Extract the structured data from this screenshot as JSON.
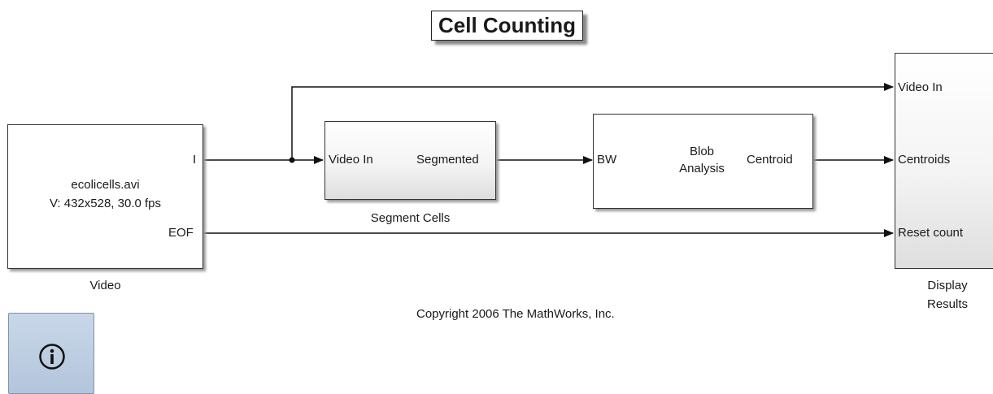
{
  "title": "Cell Counting",
  "video_block": {
    "file": "ecolicells.avi",
    "info": "V: 432x528, 30.0 fps",
    "port_out_i": "I",
    "port_out_eof": "EOF",
    "label": "Video"
  },
  "segment_block": {
    "port_in": "Video In",
    "port_out": "Segmented",
    "label": "Segment Cells"
  },
  "blob_block": {
    "port_in": "BW",
    "name_line1": "Blob",
    "name_line2": "Analysis",
    "port_out": "Centroid"
  },
  "display_block": {
    "port_video": "Video In",
    "port_centroids": "Centroids",
    "port_reset": "Reset count",
    "label_line1": "Display",
    "label_line2": "Results"
  },
  "copyright": "Copyright 2006 The MathWorks, Inc.",
  "icons": {
    "info": "info-circle-icon"
  }
}
